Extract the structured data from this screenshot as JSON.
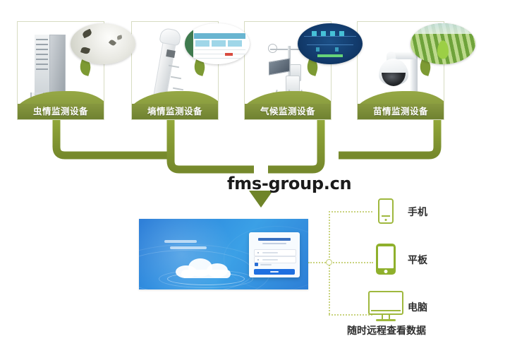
{
  "page": {
    "watermark": "fms-group.cn",
    "footnote": "随时远程查看数据",
    "accent_green": "#8fb02c",
    "label_green": "#7a8c37",
    "dotted_green": "#c9d37e",
    "login_blue": "#2f8ee0"
  },
  "devices": [
    {
      "id": "insect",
      "label": "虫情监测设备",
      "device_icon": "insect-trap-cabinet-icon",
      "bubble_icon": "moth-specimen-photo"
    },
    {
      "id": "soil",
      "label": "墒情监测设备",
      "device_icon": "soil-moisture-probe-icon",
      "bubble_icon": "data-table-screenshot"
    },
    {
      "id": "weather",
      "label": "气候监测设备",
      "device_icon": "weather-station-icon",
      "bubble_icon": "dark-dashboard-screenshot"
    },
    {
      "id": "crop",
      "label": "苗情监测设备",
      "device_icon": "ptz-dome-camera-icon",
      "bubble_icon": "greenhouse-crop-photo"
    }
  ],
  "platform": {
    "name": "login-screen-preview",
    "screen_icon": "cloud-login-page"
  },
  "clients": [
    {
      "id": "phone",
      "label": "手机",
      "icon": "smartphone-icon"
    },
    {
      "id": "tablet",
      "label": "平板",
      "icon": "tablet-icon"
    },
    {
      "id": "computer",
      "label": "电脑",
      "icon": "desktop-monitor-icon"
    }
  ]
}
